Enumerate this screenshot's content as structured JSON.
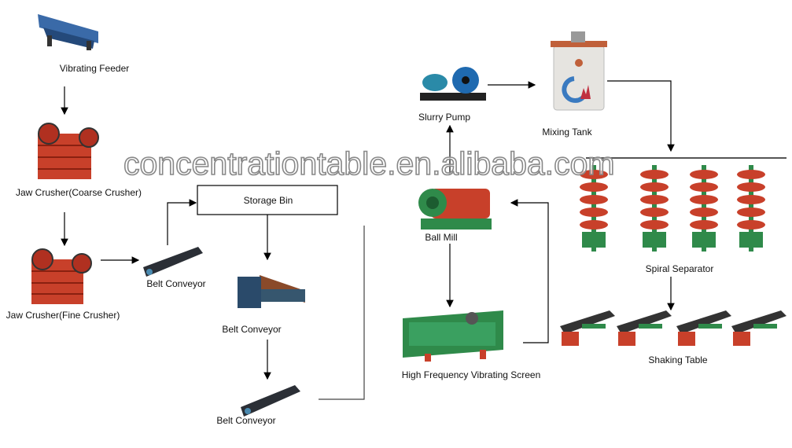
{
  "nodes": {
    "vibrating_feeder": "Vibrating Feeder",
    "jaw_crusher_coarse": "Jaw Crusher(Coarse Crusher)",
    "jaw_crusher_fine": "Jaw Crusher(Fine Crusher)",
    "belt_conveyor_1": "Belt Conveyor",
    "storage_bin": "Storage Bin",
    "belt_conveyor_2": "Belt Conveyor",
    "belt_conveyor_3": "Belt Conveyor",
    "ball_mill": "Ball Mill",
    "slurry_pump": "Slurry Pump",
    "mixing_tank": "Mixing Tank",
    "spiral_separator": "Spiral Separator",
    "shaking_table": "Shaking Table",
    "vibrating_screen": "High Frequency Vibrating Screen"
  },
  "watermark": "concentrationtable.en.alibaba.com",
  "colors": {
    "machine_red": "#c8402a",
    "machine_blue": "#2a6a9a",
    "machine_green": "#2f8a4a",
    "line": "#000000"
  }
}
